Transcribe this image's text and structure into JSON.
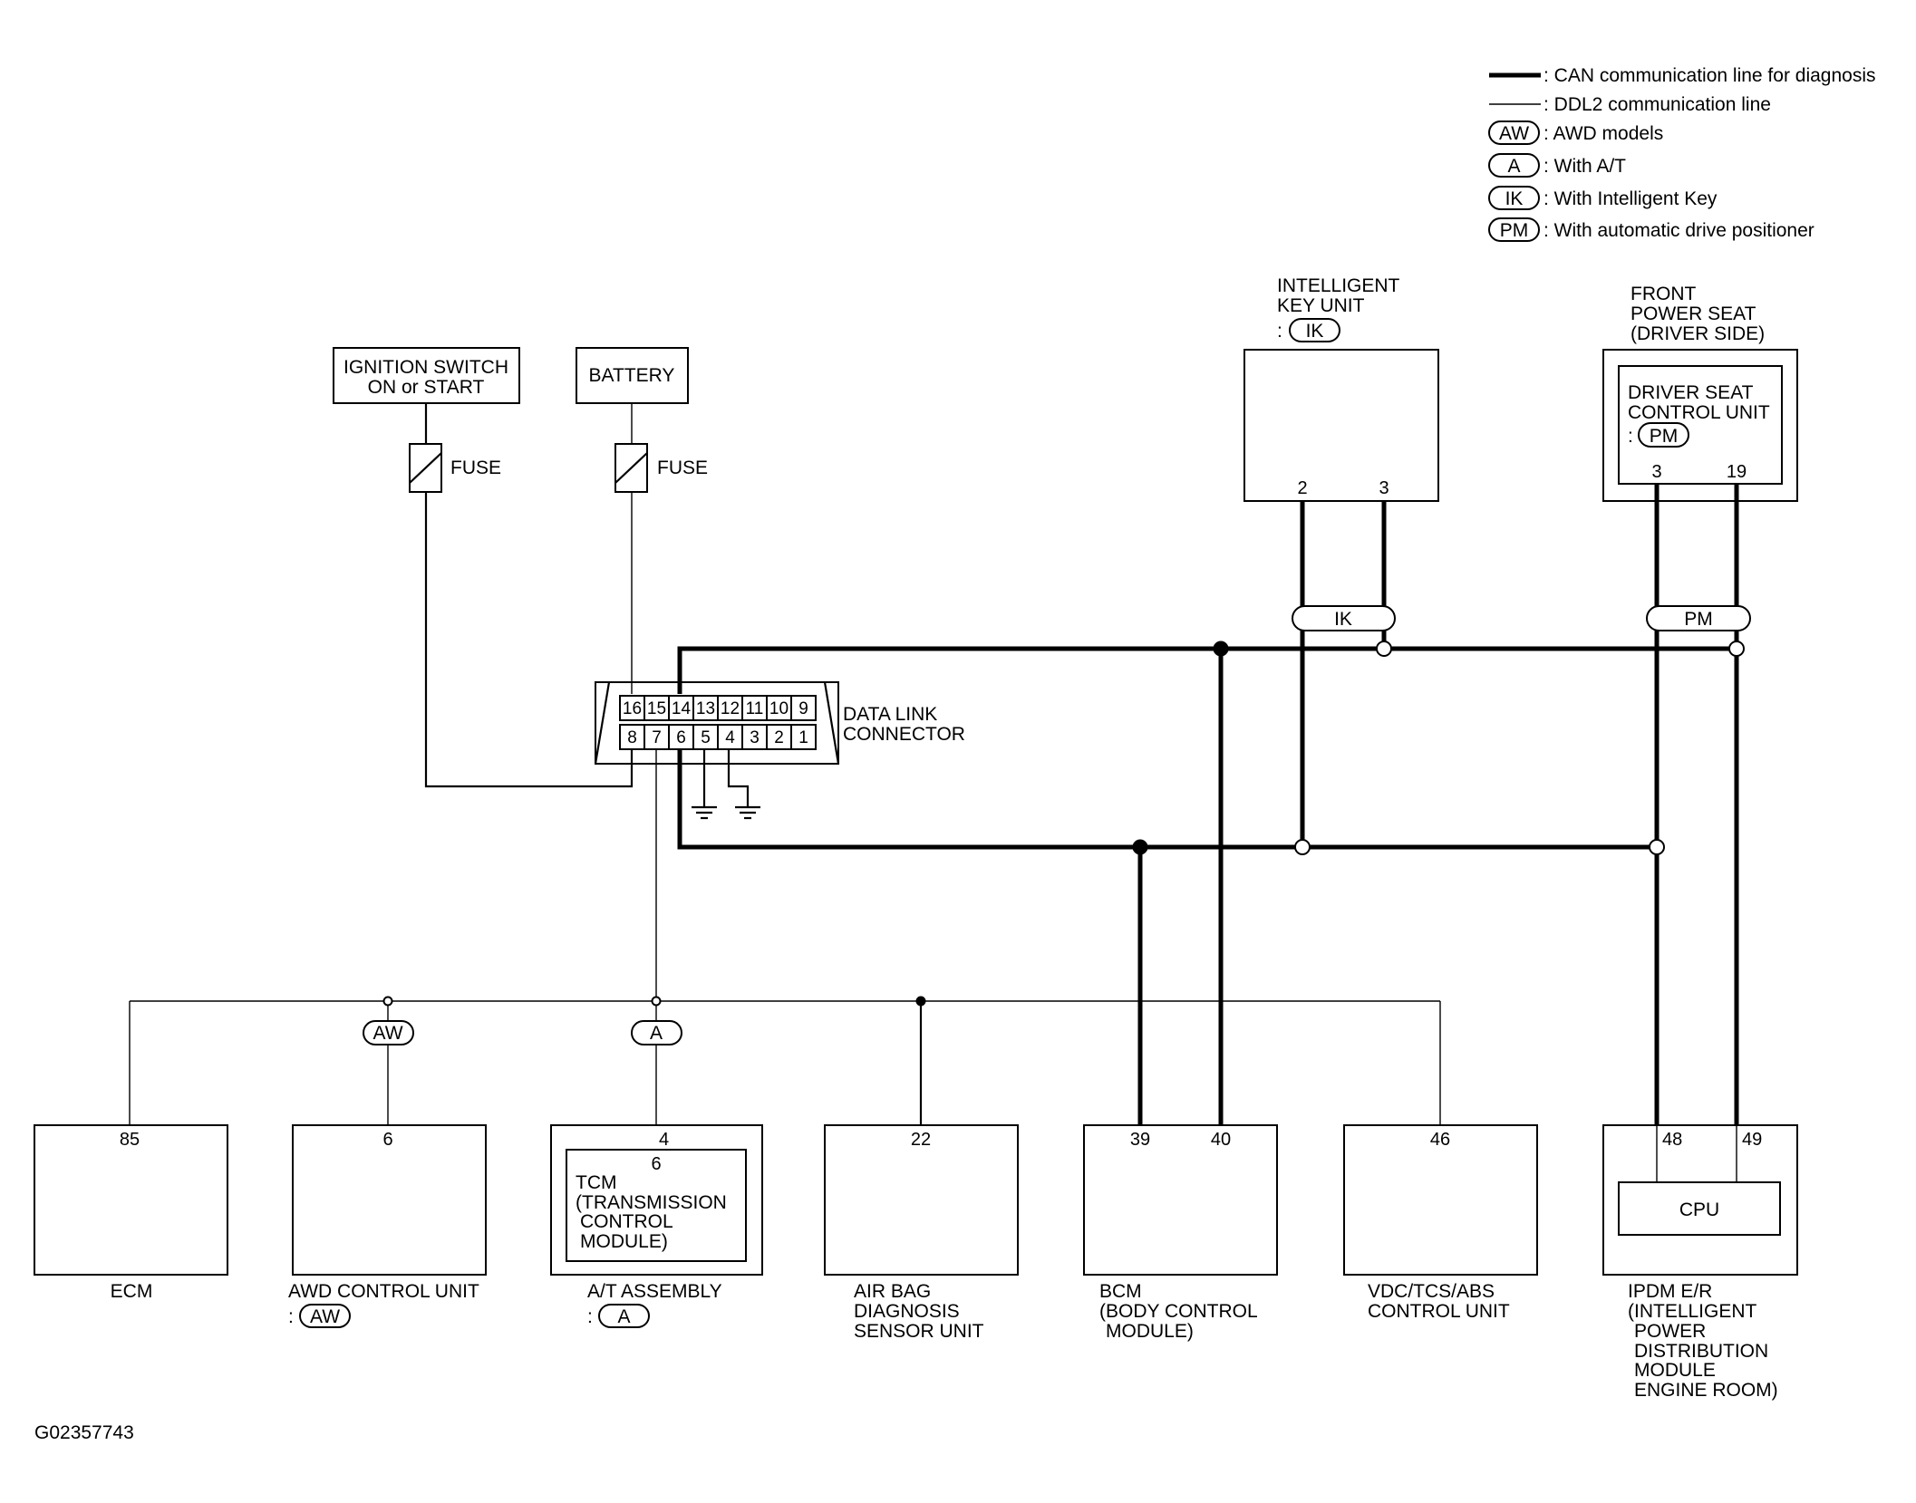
{
  "legend": {
    "can_line": ": CAN communication line for diagnosis",
    "ddl2_line": ": DDL2 communication line",
    "aw": {
      "badge": "AW",
      "text": ": AWD models"
    },
    "a": {
      "badge": "A",
      "text": ": With A/T"
    },
    "ik": {
      "badge": "IK",
      "text": ": With Intelligent Key"
    },
    "pm": {
      "badge": "PM",
      "text": ": With automatic drive positioner"
    }
  },
  "ignition_switch": {
    "line1": "IGNITION SWITCH",
    "line2": "ON or START"
  },
  "battery": {
    "label": "BATTERY"
  },
  "fuse_label": "FUSE",
  "data_link_connector": {
    "line1": "DATA LINK",
    "line2": "CONNECTOR",
    "top_pins": [
      "16",
      "15",
      "14",
      "13",
      "12",
      "11",
      "10",
      "9"
    ],
    "bottom_pins": [
      "8",
      "7",
      "6",
      "5",
      "4",
      "3",
      "2",
      "1"
    ]
  },
  "intelligent_key_unit": {
    "line1": "INTELLIGENT",
    "line2": "KEY UNIT",
    "prefix": ":",
    "badge": "IK",
    "pin_a": "2",
    "pin_b": "3"
  },
  "front_power_seat": {
    "line1": "FRONT",
    "line2": "POWER SEAT",
    "line3": "(DRIVER SIDE)",
    "inner_line1": "DRIVER SEAT",
    "inner_line2": "CONTROL UNIT",
    "prefix": ":",
    "badge": "PM",
    "pin_a": "3",
    "pin_b": "19"
  },
  "inline_badges": {
    "ik": "IK",
    "pm": "PM",
    "aw": "AW",
    "a": "A"
  },
  "ecm": {
    "pin": "85",
    "label": "ECM"
  },
  "awd_control_unit": {
    "pin": "6",
    "line1": "AWD CONTROL UNIT",
    "prefix": ":",
    "badge": "AW"
  },
  "at_assembly": {
    "outer_pin": "4",
    "inner_pin": "6",
    "tcm_line1": "TCM",
    "tcm_line2": "(TRANSMISSION",
    "tcm_line3": "CONTROL",
    "tcm_line4": "MODULE)",
    "line1": "A/T ASSEMBLY",
    "prefix": ":",
    "badge": "A"
  },
  "air_bag": {
    "pin": "22",
    "line1": "AIR BAG",
    "line2": "DIAGNOSIS",
    "line3": "SENSOR UNIT"
  },
  "bcm": {
    "pin_a": "39",
    "pin_b": "40",
    "line1": "BCM",
    "line2": "(BODY CONTROL",
    "line3": "MODULE)"
  },
  "vdc": {
    "pin": "46",
    "line1": "VDC/TCS/ABS",
    "line2": "CONTROL UNIT"
  },
  "ipdm": {
    "pin_a": "48",
    "pin_b": "49",
    "cpu": "CPU",
    "line1": "IPDM E/R",
    "line2": "(INTELLIGENT",
    "line3": "POWER",
    "line4": "DISTRIBUTION",
    "line5": "MODULE",
    "line6": "ENGINE ROOM)"
  },
  "figure_id": "G02357743"
}
